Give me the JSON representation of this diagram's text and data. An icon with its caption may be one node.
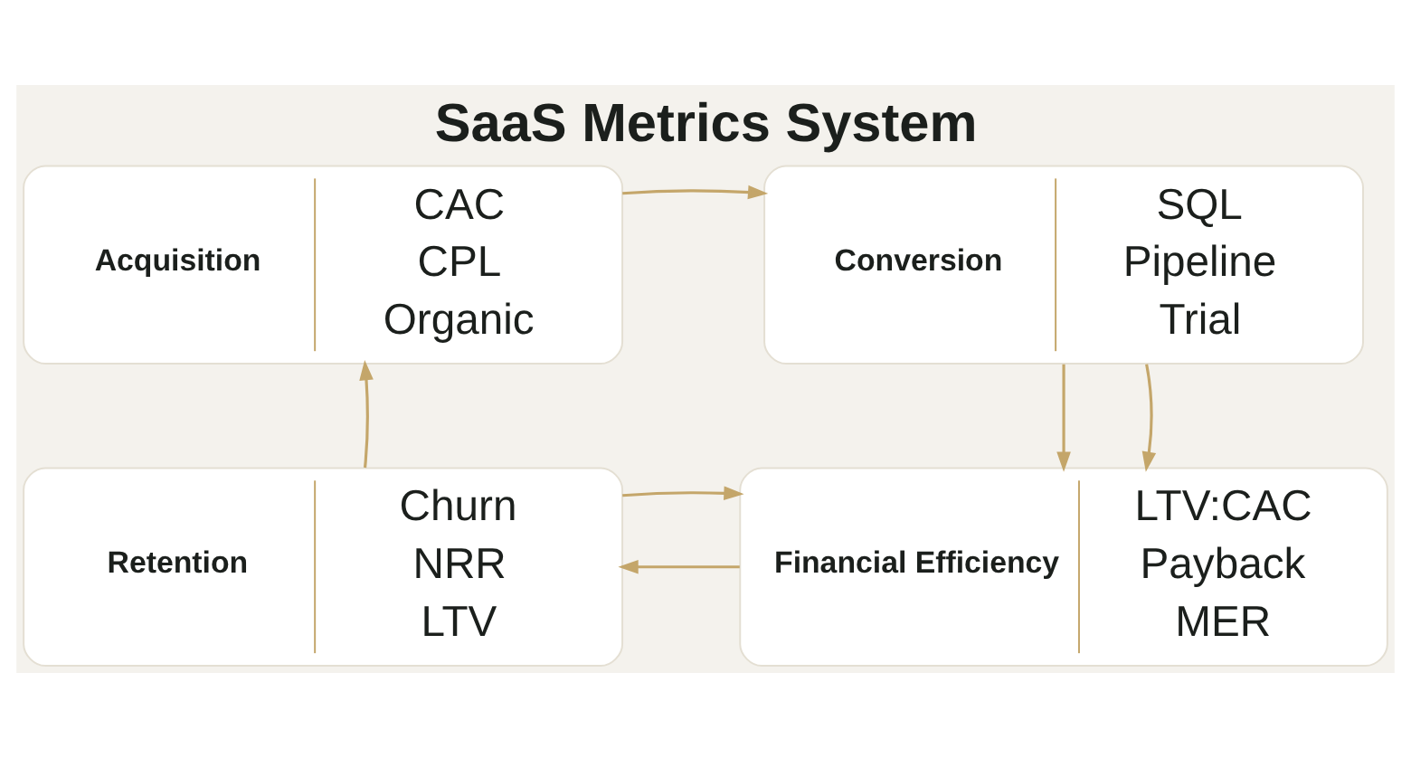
{
  "diagram": {
    "title": "SaaS Metrics System",
    "nodes": [
      {
        "text": [
          "Acquisition",
          "CAC",
          "CPL",
          "Organic"
        ]
      },
      {
        "text": [
          "Conversion",
          "SQL",
          "Pipeline",
          "Trial"
        ]
      },
      {
        "text": [
          "Retention",
          "Churn",
          "NRR",
          "LTV"
        ]
      },
      {
        "text": [
          "Financial Efficiency",
          "LTV:CAC",
          "Payback",
          "MER"
        ]
      }
    ],
    "edges": [
      {
        "from": 0,
        "to": 1,
        "arrow": "to"
      },
      {
        "from": 1,
        "to": 3,
        "arrow": "to"
      },
      {
        "from": 1,
        "to": 3,
        "arrow": "to"
      },
      {
        "from": 3,
        "to": 2,
        "arrow": "to"
      },
      {
        "from": 2,
        "to": 0,
        "arrow": "to"
      },
      {
        "from": 2,
        "to": 3,
        "arrow": "to"
      }
    ]
  }
}
